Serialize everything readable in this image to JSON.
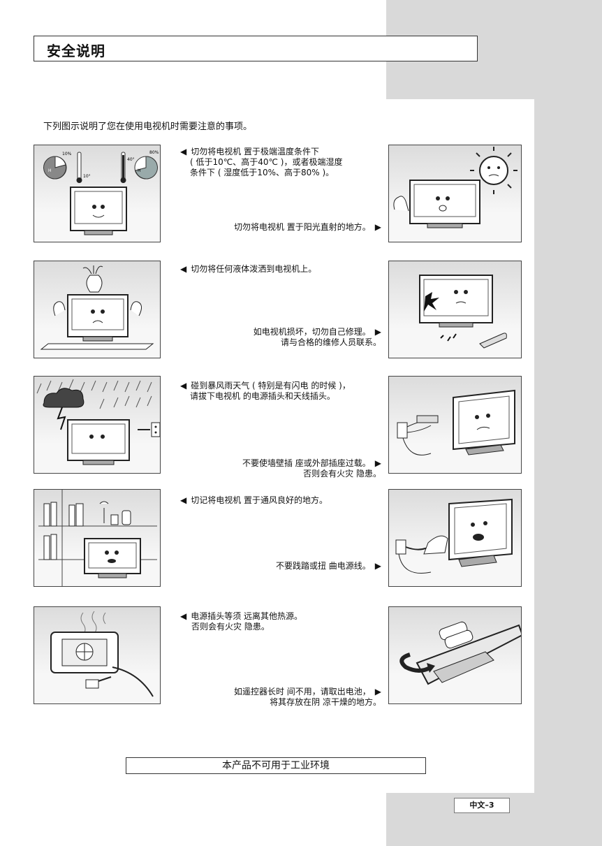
{
  "header": {
    "title": "安全说明"
  },
  "intro": "下列图示说明了您在使用电视机时需要注意的事项。",
  "arrows": {
    "left": "◀",
    "right": "▶"
  },
  "icons": [
    "tv-illustration-icon",
    "sun-icon",
    "thermometer-icon",
    "humidity-gauge-icon",
    "vase-icon",
    "storm-cloud-icon",
    "lightning-icon",
    "power-outlet-icon",
    "plug-icon",
    "bookshelf-icon",
    "heater-icon",
    "remote-control-icon",
    "battery-icon",
    "wrench-icon",
    "hand-icon"
  ],
  "rows": [
    {
      "left_lines": [
        "切勿将电视机 置于极端温度条件下",
        "( 低于10℃、高于40℃ )，或者极端湿度",
        "条件下 ( 湿度低于10%、高于80% )。"
      ],
      "right_lines": [
        "切勿将电视机 置于阳光直射的地方。"
      ],
      "left_panel": {
        "gauge_left": "10%",
        "gauge_right": "80%",
        "gauge_letter": "H",
        "temp_low": "10°",
        "temp_high": "40°"
      }
    },
    {
      "left_lines": [
        "切勿将任何液体泼洒到电视机上。"
      ],
      "right_lines": [
        "如电视机损坏，切勿自己修理。",
        "请与合格的维修人员联系。"
      ]
    },
    {
      "left_lines": [
        "碰到暴风雨天气 ( 特别是有闪电 的时候 )，",
        "请拔下电视机 的电源插头和天线插头。"
      ],
      "right_lines": [
        "不要使墙壁插 座或外部插座过载。",
        "否则会有火灾 隐患。"
      ]
    },
    {
      "left_lines": [
        "切记将电视机 置于通风良好的地方。"
      ],
      "right_lines": [
        "不要践踏或扭 曲电源线。"
      ]
    },
    {
      "left_lines": [
        "电源插头等须 远离其他热源。",
        "否则会有火灾 隐患。"
      ],
      "right_lines": [
        "如遥控器长时 间不用，请取出电池，",
        "将其存放在阴 凉干燥的地方。"
      ]
    }
  ],
  "footer": {
    "notice": "本产品不可用于工业环境",
    "page": "中文–3"
  }
}
